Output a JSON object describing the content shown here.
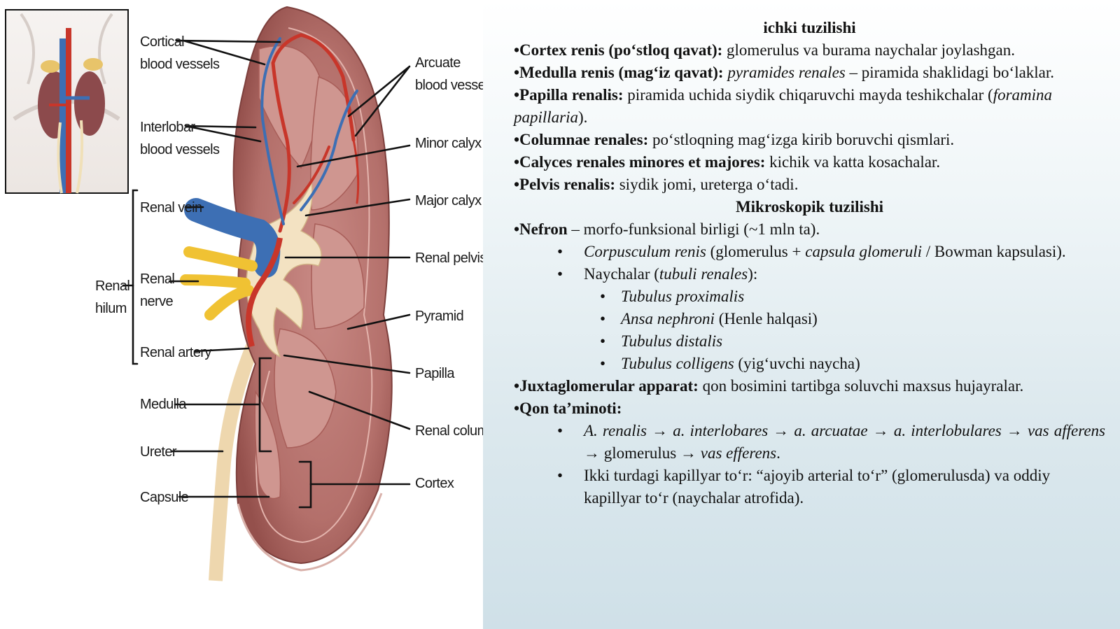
{
  "diagram": {
    "labels": {
      "cortical_1": "Cortical",
      "cortical_2": "blood vessels",
      "interlobar_1": "Interlobar",
      "interlobar_2": "blood vessels",
      "renal_vein": "Renal vein",
      "renal_nerve_1": "Renal",
      "renal_nerve_2": "nerve",
      "renal_artery": "Renal artery",
      "renal_hilum_1": "Renal",
      "renal_hilum_2": "hilum",
      "medulla": "Medulla",
      "ureter": "Ureter",
      "capsule": "Capsule",
      "arcuate_1": "Arcuate",
      "arcuate_2": "blood vessels",
      "minor_calyx": "Minor calyx",
      "major_calyx": "Major calyx",
      "renal_pelvis": "Renal pelvis",
      "pyramid": "Pyramid",
      "papilla": "Papilla",
      "renal_column": "Renal column",
      "cortex": "Cortex"
    },
    "colors": {
      "kidney": "#b76e6a",
      "kidney_light": "#d9a29c",
      "vein": "#3d6fb4",
      "artery": "#c8362a",
      "nerve": "#f0c233",
      "ureter": "#eed7ae"
    }
  },
  "content": {
    "heading1": "ichki tuzilishi",
    "cortex": {
      "b": "•Cortex renis (po‘stloq qavat):",
      "t": " glomerulus va burama naychalar joylashgan."
    },
    "medulla": {
      "b": "•Medulla renis (mag‘iz qavat):",
      "t1": " ",
      "i": "pyramides renales",
      "t2": " – piramida shaklidagi bo‘laklar."
    },
    "papilla": {
      "b": "•Papilla renalis:",
      "t1": " piramida uchida siydik chiqaruvchi mayda teshikchalar (",
      "i": "foramina papillaria",
      "t2": ")."
    },
    "columnae": {
      "b": "•Columnae renales:",
      "t": " po‘stloqning mag‘izga kirib boruvchi qismlari."
    },
    "calyces": {
      "b": "•Calyces renales minores et majores:",
      "t": " kichik va katta kosachalar."
    },
    "pelvis": {
      "b": "•Pelvis renalis:",
      "t": " siydik jomi, ureterga o‘tadi."
    },
    "heading2": "Mikroskopik tuzilishi",
    "nefron": {
      "b": "•Nefron",
      "t": " – morfo-funksional birligi (~1 mln ta)."
    },
    "corpusculum": {
      "i1": "Corpusculum renis",
      "t1": " (glomerulus + ",
      "i2": "capsula glomeruli",
      "t2": " / Bowman kapsulasi)."
    },
    "naychalar": {
      "t1": "Naychalar (",
      "i": "tubuli renales",
      "t2": "):"
    },
    "tubuli": [
      {
        "i": "Tubulus proximalis",
        "t": ""
      },
      {
        "i": "Ansa nephroni",
        "t": " (Henle halqasi)"
      },
      {
        "i": "Tubulus distalis",
        "t": ""
      },
      {
        "i": "Tubulus colligens",
        "t": " (yig‘uvchi naycha)"
      }
    ],
    "juxta": {
      "b": "•Juxtaglomerular apparat:",
      "t": " qon bosimini tartibga soluvchi maxsus hujayralar."
    },
    "qon": {
      "b": "•Qon ta’minoti:"
    },
    "flow": {
      "i1": "A. renalis",
      "a1": " → ",
      "i2": "a. interlobares",
      "a2": " → ",
      "i3": "a. arcuatae",
      "a3": " → ",
      "i4": "a. interlobulares",
      "a4": " → ",
      "i5": "vas afferens",
      "t1": " → glomerulus → ",
      "i6": "vas efferens",
      "t2": "."
    },
    "ikki": {
      "t": "Ikki turdagi kapillyar to‘r: “ajoyib arterial to‘r” (glomerulusda) va oddiy kapillyar to‘r (naychalar atrofida)."
    }
  }
}
